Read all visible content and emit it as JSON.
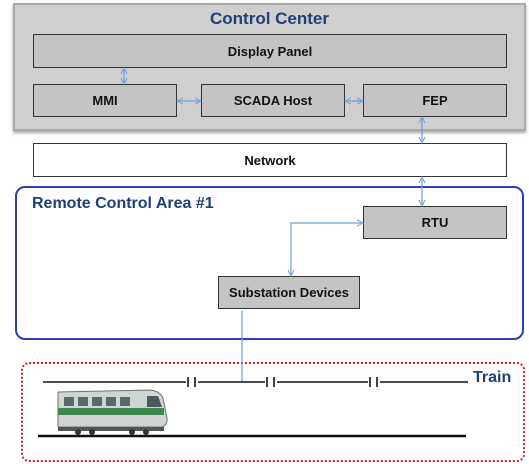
{
  "control_center": {
    "title": "Control Center"
  },
  "display_panel": {
    "label": "Display Panel"
  },
  "mmi": {
    "label": "MMI"
  },
  "scada_host": {
    "label": "SCADA Host"
  },
  "fep": {
    "label": "FEP"
  },
  "network": {
    "label": "Network"
  },
  "remote_area": {
    "title": "Remote Control Area #1"
  },
  "rtu": {
    "label": "RTU"
  },
  "substation": {
    "label": "Substation Devices"
  },
  "train": {
    "label": "Train"
  },
  "colors": {
    "panel_gray": "#cfcfcf",
    "box_gray": "#c4c4c4",
    "link_blue": "#6aa0d8",
    "title_blue": "#1f3f7a",
    "area_blue": "#2c3fb3",
    "train_red": "#cc2222"
  }
}
